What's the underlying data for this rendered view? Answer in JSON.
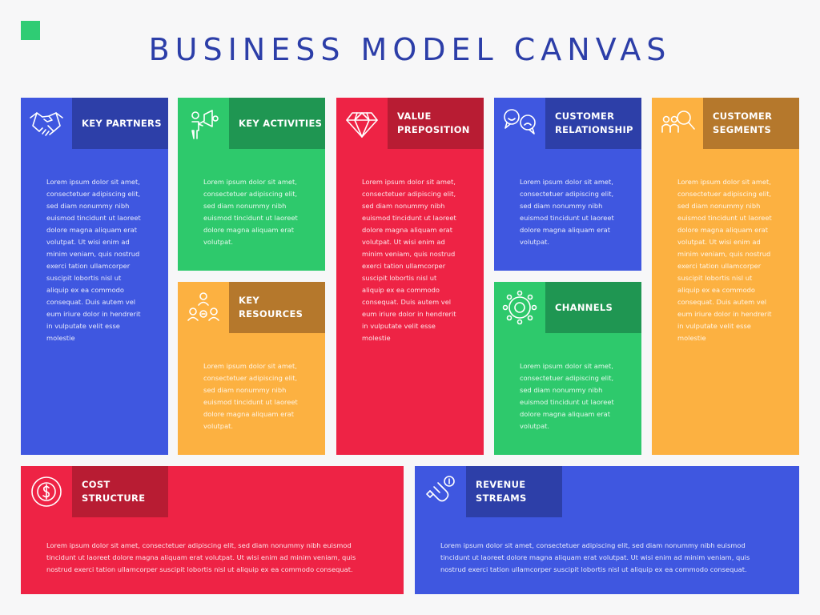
{
  "title": "BUSINESS MODEL CANVAS",
  "colors": {
    "blue": "#3f57e0",
    "blue_dark": "#2d3fa8",
    "green": "#2ec96c",
    "green_dark": "#1f9652",
    "red": "#ee2345",
    "red_dark": "#b81c33",
    "orange": "#fcb141",
    "orange_dark": "#b5782c"
  },
  "blocks": {
    "key_partners": {
      "title": "KEY PARTNERS",
      "icon": "handshake-icon",
      "text": "Lorem ipsum dolor sit amet, consectetuer adipiscing elit, sed diam nonummy nibh euismod tincidunt ut laoreet dolore magna aliquam erat volutpat. Ut wisi enim ad minim veniam, quis nostrud exerci tation ullamcorper suscipit lobortis nisl ut aliquip ex ea commodo consequat. Duis autem vel eum iriure dolor in hendrerit in vulputate velit esse molestie"
    },
    "key_activities": {
      "title": "KEY ACTIVITIES",
      "icon": "megaphone-person-icon",
      "text": "Lorem ipsum dolor sit amet, consectetuer adipiscing elit, sed diam nonummy nibh euismod tincidunt ut laoreet dolore magna aliquam erat volutpat."
    },
    "key_resources": {
      "title": "KEY RESOURCES",
      "icon": "people-network-icon",
      "text": "Lorem ipsum dolor sit amet, consectetuer adipiscing elit, sed diam nonummy nibh euismod tincidunt ut laoreet dolore magna aliquam erat volutpat."
    },
    "value_proposition": {
      "title": "VALUE PREPOSITION",
      "icon": "diamond-icon",
      "text": "Lorem ipsum dolor sit amet, consectetuer adipiscing elit, sed diam nonummy nibh euismod tincidunt ut laoreet dolore magna aliquam erat volutpat. Ut wisi enim ad minim veniam, quis nostrud exerci tation ullamcorper suscipit lobortis nisl ut aliquip ex ea commodo consequat. Duis autem vel eum iriure dolor in hendrerit in vulputate velit esse molestie"
    },
    "customer_relationship": {
      "title": "CUSTOMER RELATIONSHIP",
      "icon": "chat-faces-icon",
      "text": "Lorem ipsum dolor sit amet, consectetuer adipiscing elit, sed diam nonummy nibh euismod tincidunt ut laoreet dolore magna aliquam erat volutpat."
    },
    "channels": {
      "title": "CHANNELS",
      "icon": "distribution-icon",
      "text": "Lorem ipsum dolor sit amet, consectetuer adipiscing elit, sed diam nonummy nibh euismod tincidunt ut laoreet dolore magna aliquam erat volutpat."
    },
    "customer_segments": {
      "title": "CUSTOMER SEGMENTS",
      "icon": "people-search-icon",
      "text": "Lorem ipsum dolor sit amet, consectetuer adipiscing elit, sed diam nonummy nibh euismod tincidunt ut laoreet dolore magna aliquam erat volutpat. Ut wisi enim ad minim veniam, quis nostrud exerci tation ullamcorper suscipit lobortis nisl ut aliquip ex ea commodo consequat. Duis autem vel eum iriure dolor in hendrerit in vulputate velit esse molestie"
    },
    "cost_structure": {
      "title": "COST STRUCTURE",
      "icon": "dollar-cycle-icon",
      "text": "Lorem ipsum dolor sit amet, consectetuer adipiscing elit, sed diam nonummy nibh euismod tincidunt ut laoreet dolore magna aliquam erat volutpat. Ut wisi enim ad minim veniam, quis nostrud exerci tation ullamcorper suscipit lobortis nisl ut aliquip ex ea commodo consequat."
    },
    "revenue_streams": {
      "title": "REVENUE STREAMS",
      "icon": "magnet-coin-icon",
      "text": "Lorem ipsum dolor sit amet, consectetuer adipiscing elit, sed diam nonummy nibh euismod tincidunt ut laoreet dolore magna aliquam erat volutpat. Ut wisi enim ad minim veniam, quis nostrud exerci tation ullamcorper suscipit lobortis nisl ut aliquip ex ea commodo consequat."
    }
  }
}
